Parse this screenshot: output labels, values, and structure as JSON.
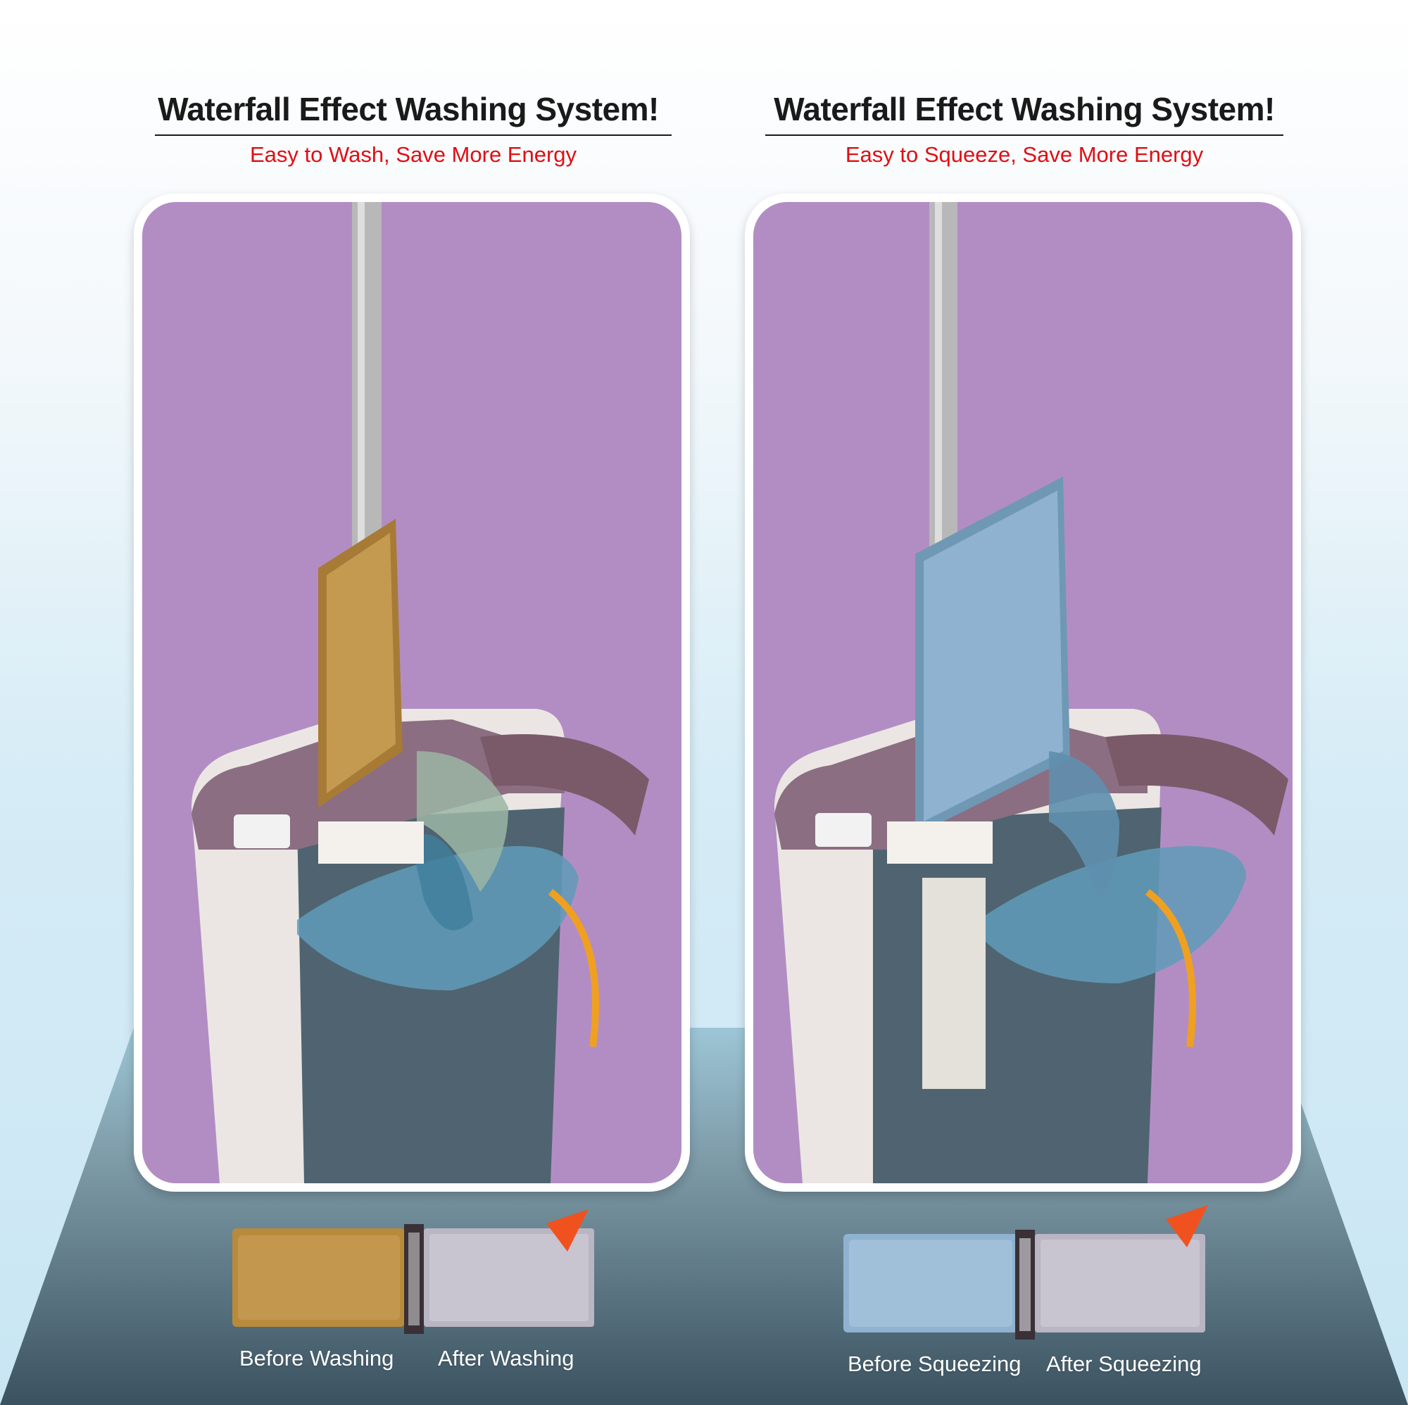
{
  "columns": [
    {
      "title": "Waterfall Effect Washing System!",
      "subtitle": "Easy to Wash, Save More Energy",
      "before_label": "Before Washing",
      "after_label": "After Washing"
    },
    {
      "title": "Waterfall Effect Washing System!",
      "subtitle": "Easy to Squeeze, Save More Energy",
      "before_label": "Before Squeezing",
      "after_label": "After Squeezing"
    }
  ],
  "colors": {
    "title": "#1a1a1a",
    "subtitle": "#e10e12",
    "panel_bg": "#b28dc4",
    "bucket_lid": "#8b6e82",
    "water": "#5f9bb8",
    "dirty_pad": "#b88a3c",
    "clean_pad": "#b9b5c2",
    "blue_pad": "#8eb2cf",
    "arrow": "#f0521f"
  }
}
